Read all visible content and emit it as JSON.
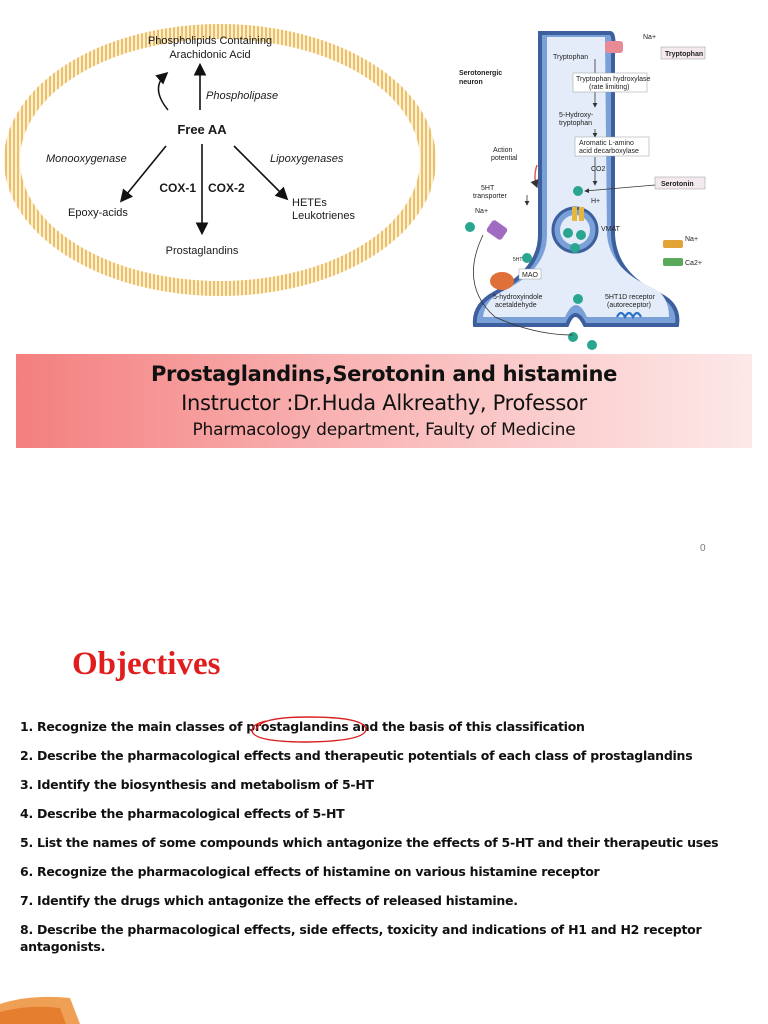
{
  "diagram_membrane": {
    "phospholipids_line1": "Phospholipids Containing",
    "phospholipids_line2": "Arachidonic Acid",
    "phospholipase": "Phospholipase",
    "free_aa": "Free AA",
    "monooxygenase": "Monooxygenase",
    "lipoxygenases": "Lipoxygenases",
    "cox1": "COX-1",
    "cox2": "COX-2",
    "epoxy_acids": "Epoxy-acids",
    "hetes": "HETEs",
    "leukotrienes": "Leukotrienes",
    "prostaglandins": "Prostaglandins"
  },
  "diagram_neuron": {
    "serotonergic_line1": "Serotonergic",
    "serotonergic_line2": "neuron",
    "tryptophan_inner": "Tryptophan",
    "tryptophan_box": "Tryptophan",
    "na_top": "Na+",
    "hydroxylase_line1": "Tryptophan hydroxylase",
    "hydroxylase_line2": "(rate limiting)",
    "hydroxy_trp_line1": "5-Hydroxy-",
    "hydroxy_trp_line2": "tryptophan",
    "action_line1": "Action",
    "action_line2": "potential",
    "decarbox_line1": "Aromatic L-amino",
    "decarbox_line2": "acid decarboxylase",
    "co2": "CO2",
    "serotonin_box": "Serotonin",
    "transporter_line1": "5HT",
    "transporter_line2": "transporter",
    "h_plus": "H+",
    "vmat": "VMAT",
    "na_left": "Na+",
    "na_right": "Na+",
    "ca": "Ca2+",
    "mao": "MAO",
    "acetaldehyde_line1": "5-hydroxyindole",
    "acetaldehyde_line2": "acetaldehyde",
    "autoreceptor_line1": "5HT1D receptor",
    "autoreceptor_line2": "(autoreceptor)",
    "tag_5ht": "5HT"
  },
  "banner": {
    "title": "Prostaglandins,Serotonin and histamine",
    "instructor": "Instructor :Dr.Huda Alkreathy, Professor",
    "department": "Pharmacology department, Faulty of Medicine"
  },
  "page_number": "0",
  "objectives": {
    "heading": "Objectives",
    "items": [
      "1. Recognize the main classes of prostaglandins and the basis of this classification",
      "2. Describe the pharmacological effects and therapeutic potentials of each class of prostaglandins",
      "3. Identify the biosynthesis and metabolism of 5-HT",
      "4. Describe the pharmacological effects of 5-HT",
      "5. List the names of some compounds which antagonize the effects of 5-HT and their therapeutic uses",
      "6. Recognize the pharmacological effects of histamine on various histamine receptor",
      "7. Identify the drugs which antagonize the effects of released histamine.",
      "8. Describe the pharmacological effects, side effects,  toxicity and indications of H1 and H2 receptor antagonists."
    ]
  },
  "colors": {
    "heading_red": "#e01e1e",
    "banner_left": "#f47f7f",
    "banner_right": "#fde8e8",
    "membrane": "#e8b44a",
    "neuron_blue": "#4a6fb5"
  }
}
